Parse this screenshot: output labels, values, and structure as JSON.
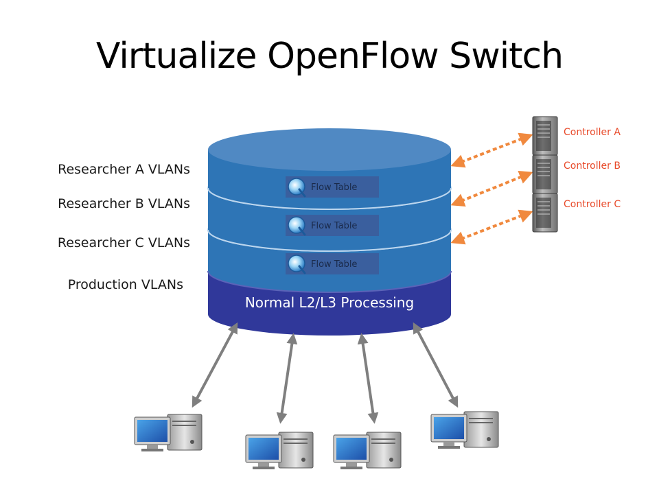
{
  "title": "Virtualize OpenFlow Switch",
  "vlan_labels": [
    "Researcher A VLANs",
    "Researcher B VLANs",
    "Researcher C VLANs",
    "Production VLANs"
  ],
  "flow_tables": [
    "Flow Table",
    "Flow Table",
    "Flow Table"
  ],
  "processing_label": "Normal L2/L3 Processing",
  "controllers": [
    "Controller A",
    "Controller B",
    "Controller C"
  ],
  "colors": {
    "researcher_layer": "#2e75b6",
    "production_layer": "#30389a",
    "controller_link": "#f0893e",
    "controller_text": "#e84a2a",
    "host_link": "#7f7f7f"
  }
}
